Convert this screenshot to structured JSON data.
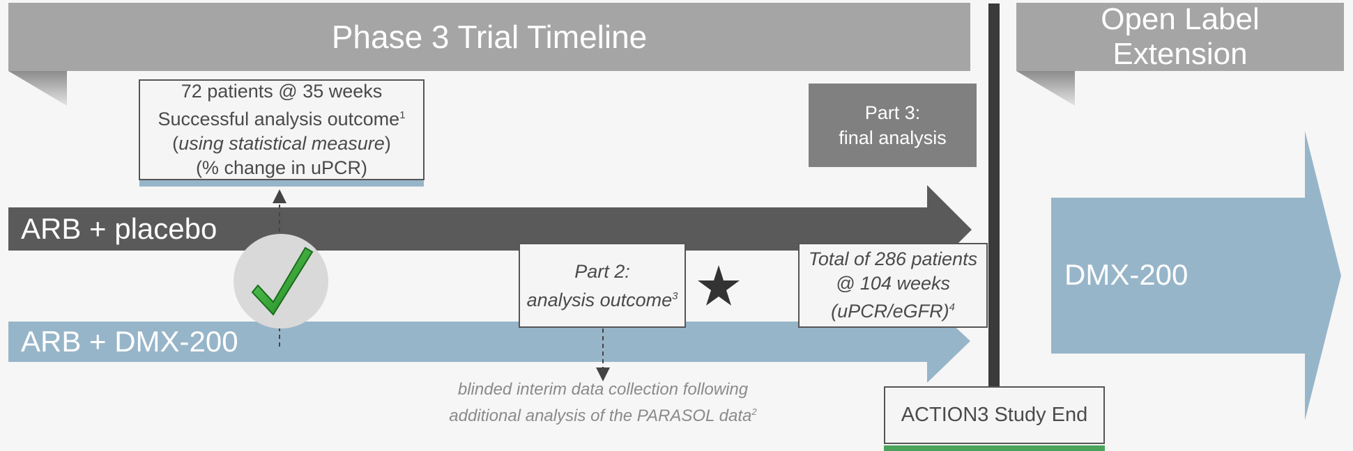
{
  "header": {
    "main_title": "Phase 3 Trial Timeline",
    "ole_title_line1": "Open Label",
    "ole_title_line2": "Extension"
  },
  "part1_box": {
    "line1": "72 patients @ 35 weeks",
    "line2": "Successful analysis outcome",
    "line2_sup": "1",
    "line3_open": "(",
    "line3_italic": "using statistical measure",
    "line3_close": ")",
    "line4": "(% change in uPCR)"
  },
  "part3_box": {
    "line1": "Part 3:",
    "line2": "final analysis"
  },
  "arms": {
    "placebo_label": "ARB + placebo",
    "dmx_label": "ARB + DMX-200"
  },
  "part2_box": {
    "line1": "Part 2:",
    "line2": "analysis outcome",
    "line2_sup": "3"
  },
  "total_box": {
    "line1": "Total of 286 patients",
    "line2": "@ 104 weeks",
    "line3": "(uPCR/eGFR)",
    "line3_sup": "4"
  },
  "interim_note": {
    "line1": "blinded interim data collection following",
    "line2": "additional analysis of the PARASOL data",
    "line2_sup": "2"
  },
  "ole_arrow_label": "DMX-200",
  "study_end_label": "ACTION3 Study End",
  "icons": {
    "check": "checkmark-icon",
    "star": "star-icon"
  },
  "colors": {
    "banner_gray": "#a5a5a5",
    "part3_gray": "#808080",
    "placebo_arrow": "#5a5a5a",
    "dmx_arrow": "#97b5c9",
    "study_end_bar": "#3a3a3a",
    "check_green": "#2e9e2e",
    "study_end_underline": "#4aa35a"
  }
}
